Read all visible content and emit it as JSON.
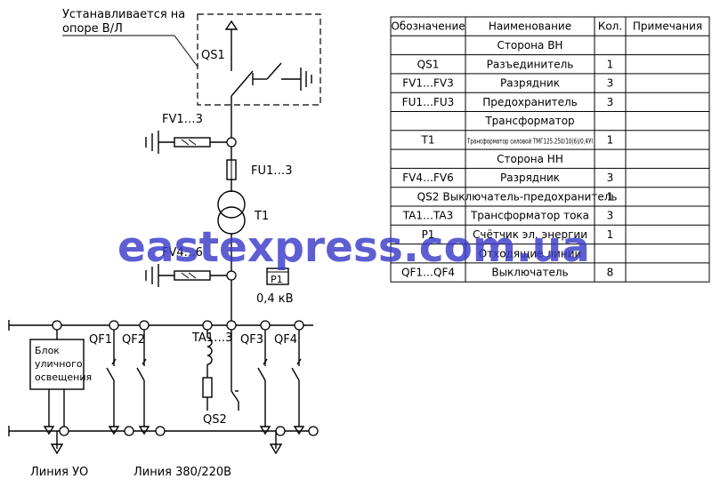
{
  "diagram": {
    "note_line1": "Устанавливается на",
    "note_line2": "опоре В/Л",
    "labels": {
      "qs1": "QS1",
      "fv1": "FV1…3",
      "fu1": "FU1…3",
      "t1": "T1",
      "fv4": "FV4…6",
      "p1": "P1",
      "voltage": "0,4 кВ",
      "qf1": "QF1",
      "qf2": "QF2",
      "ta": "TA1…3",
      "qf3": "QF3",
      "qf4": "QF4",
      "qs2": "QS2",
      "block_line1": "Блок",
      "block_line2": "уличного",
      "block_line3": "освещения",
      "line_uo": "Линия УО",
      "line_380": "Линия 380/220В"
    }
  },
  "table": {
    "headers": [
      "Обозначение",
      "Наименование",
      "Кол.",
      "Примечания"
    ],
    "rows": [
      {
        "section": "Сторона ВН"
      },
      {
        "code": "QS1",
        "name": "Разъединитель",
        "qty": "1"
      },
      {
        "code": "FV1…FV3",
        "name": "Разрядник",
        "qty": "3"
      },
      {
        "code": "FU1…FU3",
        "name": "Предохранитель",
        "qty": "3"
      },
      {
        "section": "Трансформатор"
      },
      {
        "code": "T1",
        "name": "Трансформатор силовой ТМГ125.250/10(6)/0,4УI",
        "qty": "1"
      },
      {
        "section": "Сторона НН"
      },
      {
        "code": "FV4…FV6",
        "name": "Разрядник",
        "qty": "3"
      },
      {
        "code": "QS2",
        "name": "Выключатель-предохранитель",
        "qty": "1"
      },
      {
        "code": "TA1…TA3",
        "name": "Трансформатор тока",
        "qty": "3"
      },
      {
        "code": "P1",
        "name": "Счётчик эл. энергии",
        "qty": "1"
      },
      {
        "section": "Отходящие линии"
      },
      {
        "code": "QF1…QF4",
        "name": "Выключатель",
        "qty": "8"
      }
    ]
  },
  "watermark": "eastexpress.com.ua",
  "colors": {
    "line": "#000000",
    "watermark": "#3b3bc8",
    "background": "#ffffff"
  }
}
